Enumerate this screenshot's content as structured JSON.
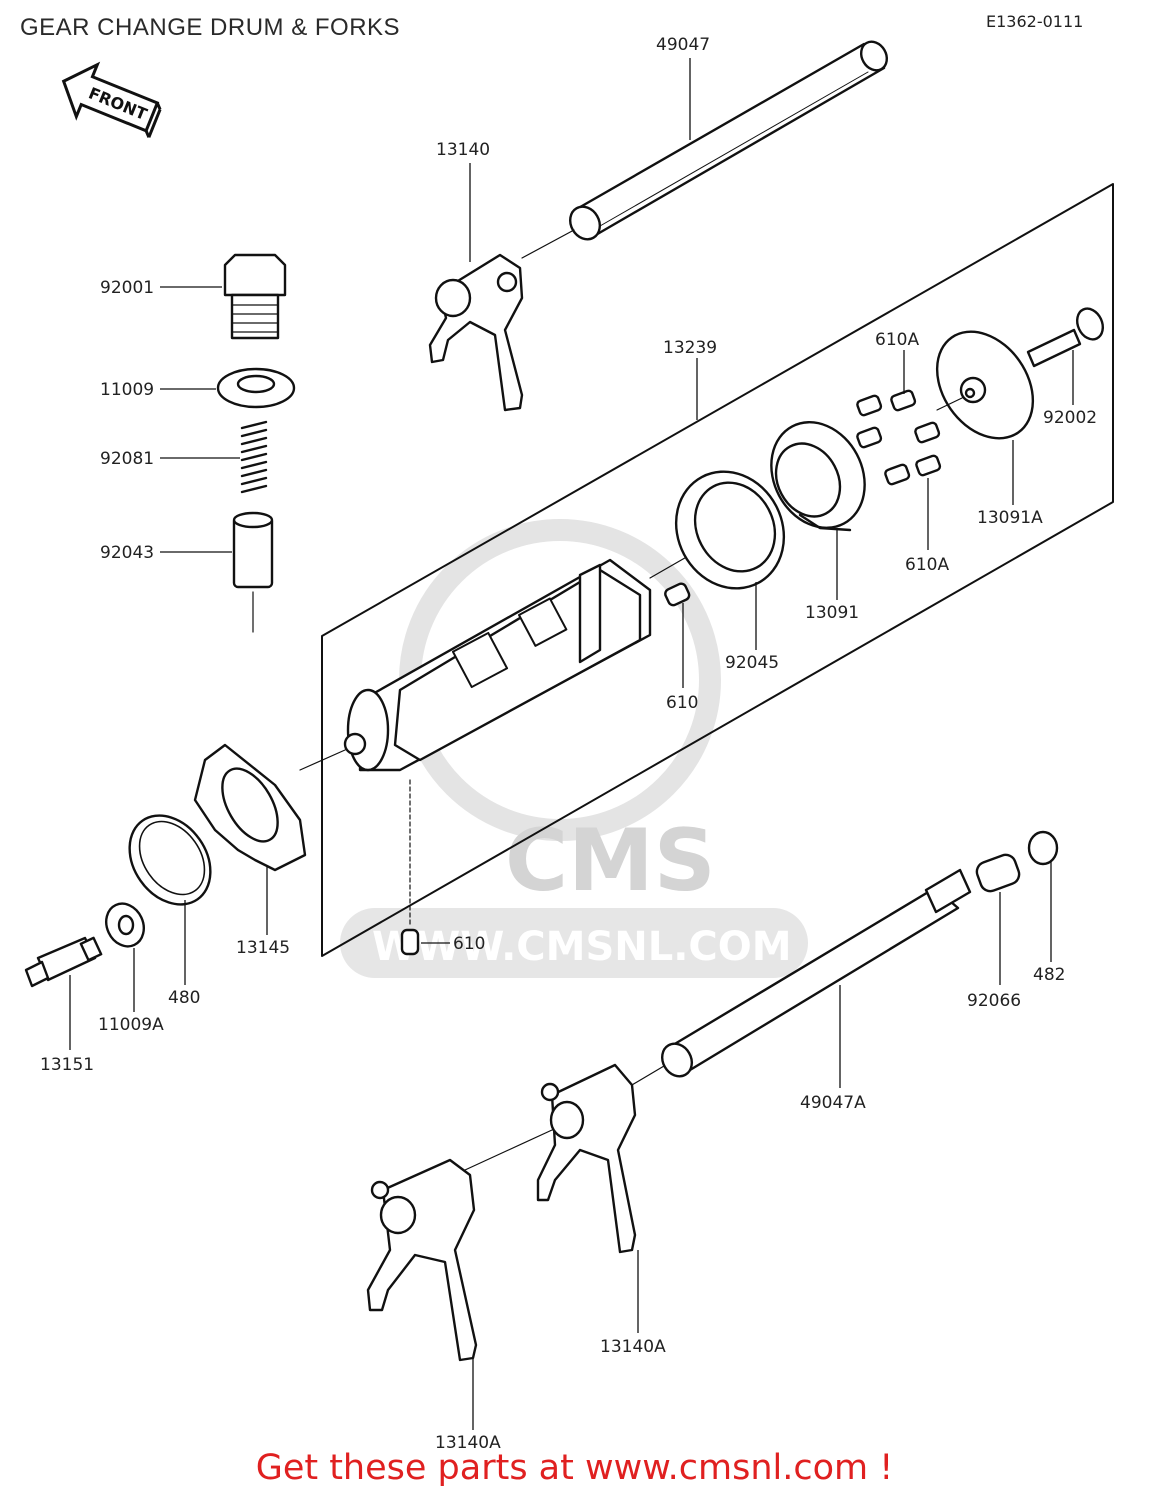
{
  "title": "GEAR CHANGE DRUM & FORKS",
  "diagram_code": "E1362-0111",
  "front_arrow_label": "FRONT",
  "watermark": {
    "brand": "CMS",
    "url": "WWW.CMSNL.COM"
  },
  "footer": "Get these parts at www.cmsnl.com !",
  "colors": {
    "line": "#111111",
    "footer": "#e02020",
    "watermark": "#d4d4d4"
  },
  "parts": {
    "p49047": "49047",
    "p13140": "13140",
    "p92001": "92001",
    "p11009": "11009",
    "p92081": "92081",
    "p92043": "92043",
    "p13239": "13239",
    "p610A_top": "610A",
    "p92002": "92002",
    "p13091A": "13091A",
    "p610A_bottom": "610A",
    "p13091": "13091",
    "p92045": "92045",
    "p610_mid": "610",
    "p13145": "13145",
    "p610_low": "610",
    "p480": "480",
    "p11009A": "11009A",
    "p13151": "13151",
    "p482": "482",
    "p92066": "92066",
    "p49047A": "49047A",
    "p13140A_right": "13140A",
    "p13140A_bottom": "13140A"
  }
}
